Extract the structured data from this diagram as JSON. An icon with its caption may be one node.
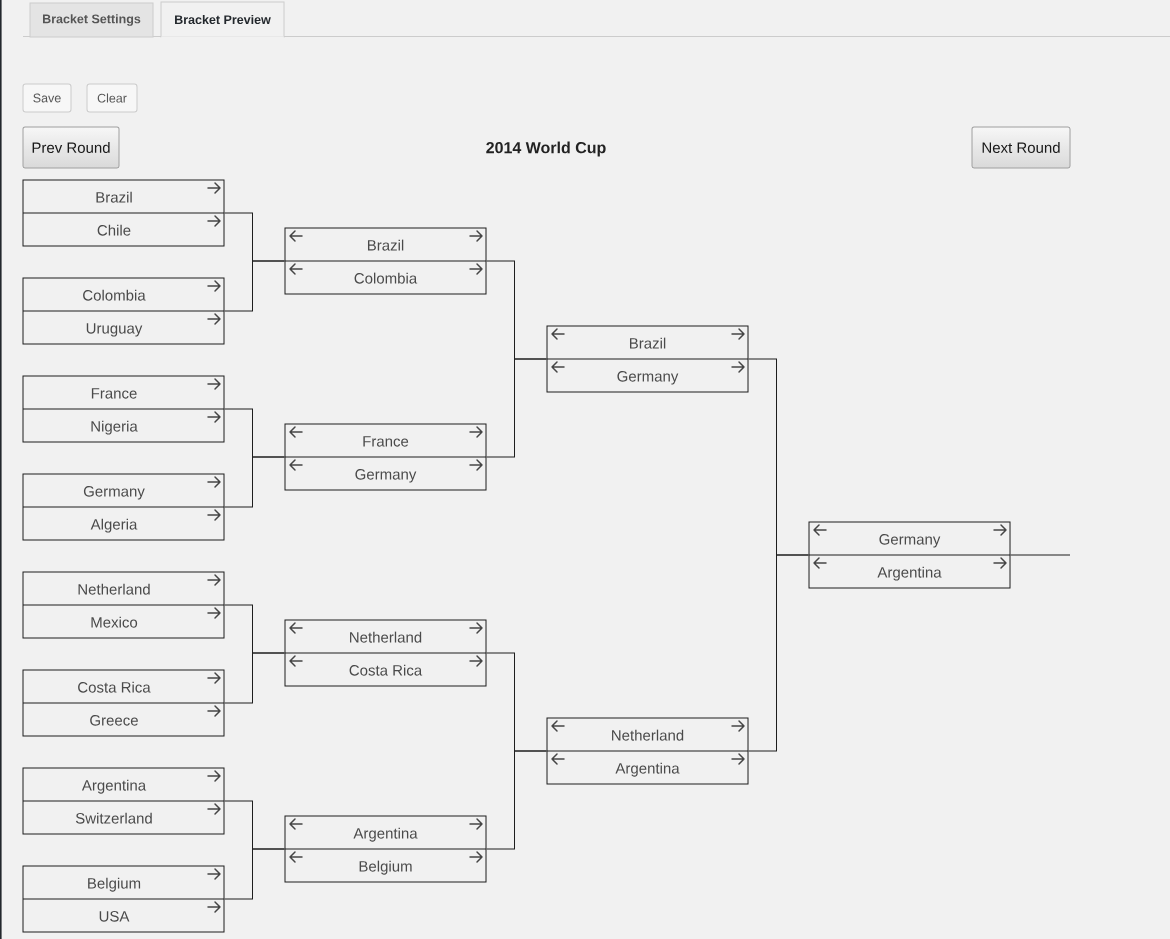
{
  "diagram": {
    "title": "2014 World Cup",
    "nodes": [
      {
        "text": [
          "Bracket Settings"
        ]
      },
      {
        "text": [
          "Bracket Preview"
        ]
      },
      {
        "text": [
          "Save"
        ]
      },
      {
        "text": [
          "Clear"
        ]
      },
      {
        "text": [
          "Prev Round"
        ]
      },
      {
        "text": [
          "Next Round"
        ]
      },
      {
        "text": [
          "Brazil",
          "Chile"
        ]
      },
      {
        "text": [
          "Colombia",
          "Uruguay"
        ]
      },
      {
        "text": [
          "France",
          "Nigeria"
        ]
      },
      {
        "text": [
          "Germany",
          "Algeria"
        ]
      },
      {
        "text": [
          "Netherland",
          "Mexico"
        ]
      },
      {
        "text": [
          "Costa Rica",
          "Greece"
        ]
      },
      {
        "text": [
          "Argentina",
          "Switzerland"
        ]
      },
      {
        "text": [
          "Belgium",
          "USA"
        ]
      },
      {
        "text": [
          "Brazil",
          "Colombia"
        ]
      },
      {
        "text": [
          "France",
          "Germany"
        ]
      },
      {
        "text": [
          "Netherland",
          "Costa Rica"
        ]
      },
      {
        "text": [
          "Argentina",
          "Belgium"
        ]
      },
      {
        "text": [
          "Brazil",
          "Germany"
        ]
      },
      {
        "text": [
          "Netherland",
          "Argentina"
        ]
      },
      {
        "text": [
          "Germany",
          "Argentina"
        ]
      }
    ],
    "edges": [
      {
        "from": 6,
        "to": 14,
        "arrow": "none"
      },
      {
        "from": 7,
        "to": 14,
        "arrow": "none"
      },
      {
        "from": 8,
        "to": 15,
        "arrow": "none"
      },
      {
        "from": 9,
        "to": 15,
        "arrow": "none"
      },
      {
        "from": 10,
        "to": 16,
        "arrow": "none"
      },
      {
        "from": 11,
        "to": 16,
        "arrow": "none"
      },
      {
        "from": 12,
        "to": 17,
        "arrow": "none"
      },
      {
        "from": 13,
        "to": 17,
        "arrow": "none"
      },
      {
        "from": 14,
        "to": 18,
        "arrow": "none"
      },
      {
        "from": 15,
        "to": 18,
        "arrow": "none"
      },
      {
        "from": 16,
        "to": 19,
        "arrow": "none"
      },
      {
        "from": 17,
        "to": 19,
        "arrow": "none"
      },
      {
        "from": 18,
        "to": 20,
        "arrow": "none"
      },
      {
        "from": 19,
        "to": 20,
        "arrow": "none"
      },
      {
        "from": 20,
        "to": null,
        "arrow": "none"
      }
    ]
  }
}
